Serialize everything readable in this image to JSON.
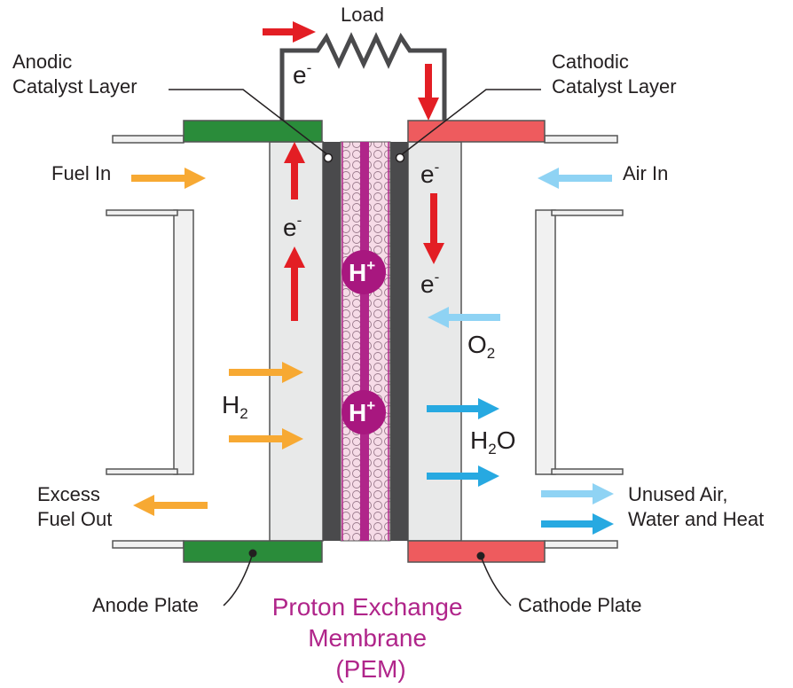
{
  "labels": {
    "load": "Load",
    "anodic_catalyst": [
      "Anodic",
      "Catalyst Layer"
    ],
    "cathodic_catalyst": [
      "Cathodic",
      "Catalyst Layer"
    ],
    "fuel_in": "Fuel In",
    "air_in": "Air In",
    "excess_fuel_out": [
      "Excess",
      "Fuel Out"
    ],
    "unused_air": [
      "Unused Air,",
      "Water and Heat"
    ],
    "anode_plate": "Anode Plate",
    "cathode_plate": "Cathode Plate",
    "pem": [
      "Proton Exchange",
      "Membrane",
      "(PEM)"
    ]
  },
  "species": {
    "electron": {
      "base": "e",
      "sup": "-"
    },
    "proton": {
      "base": "H",
      "sup": "+"
    },
    "hydrogen": {
      "base": "H",
      "sub": "2"
    },
    "oxygen": {
      "base": "O",
      "sub": "2"
    },
    "water": {
      "base": "H",
      "sub": "2",
      "tail": "O"
    }
  },
  "colors": {
    "electron_arrow": "#e31e24",
    "fuel_arrow": "#f7a933",
    "air_arrow": "#8fd3f4",
    "water_arrow": "#27a9e1",
    "anode_plate": "#2a8c3a",
    "cathode_plate": "#ee5b5e",
    "catalyst": "#4a4a4c",
    "membrane": "#f6dbe7",
    "membrane_line": "#b0258a",
    "proton_circle": "#a8177f",
    "electrode": "#e8e9e9",
    "pem_text": "#b0258a"
  }
}
